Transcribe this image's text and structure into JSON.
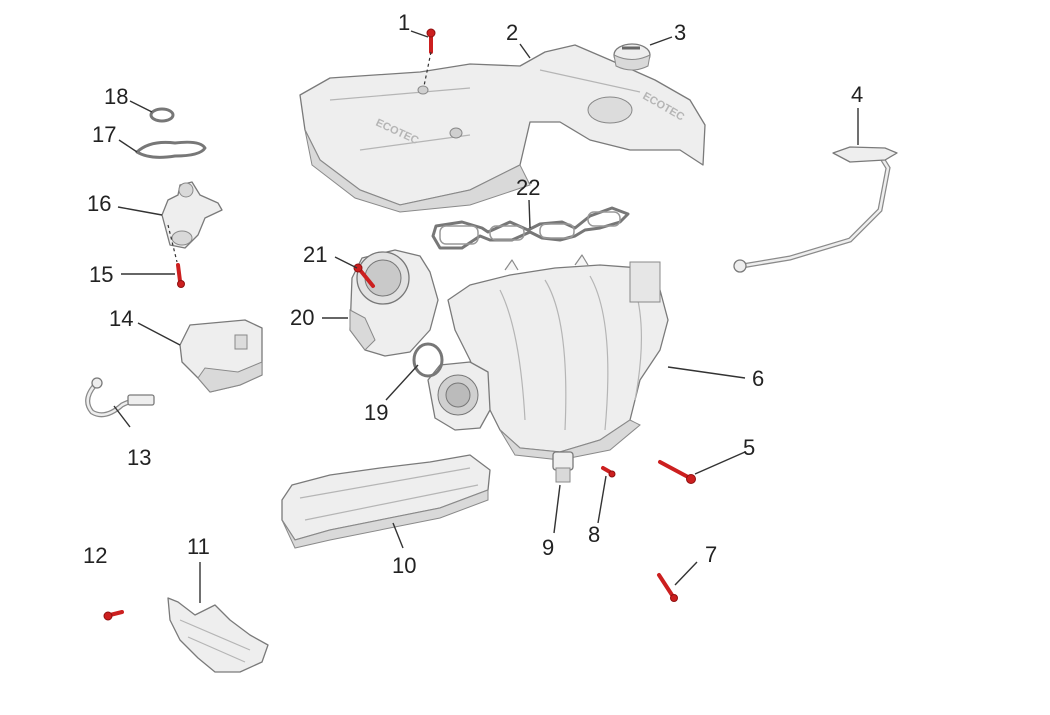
{
  "engraving": {
    "cover_text_left": "ECOTEC",
    "cover_text_right": "ECOTEC"
  },
  "callouts": {
    "c1": "1",
    "c2": "2",
    "c3": "3",
    "c4": "4",
    "c5": "5",
    "c6": "6",
    "c7": "7",
    "c8": "8",
    "c9": "9",
    "c10": "10",
    "c11": "11",
    "c12": "12",
    "c13": "13",
    "c14": "14",
    "c15": "15",
    "c16": "16",
    "c17": "17",
    "c18": "18",
    "c19": "19",
    "c20": "20",
    "c21": "21",
    "c22": "22"
  },
  "colors": {
    "fastener": "#cc1f1f",
    "part_fill": "#eeeeee",
    "outline": "#7a7a7a"
  }
}
